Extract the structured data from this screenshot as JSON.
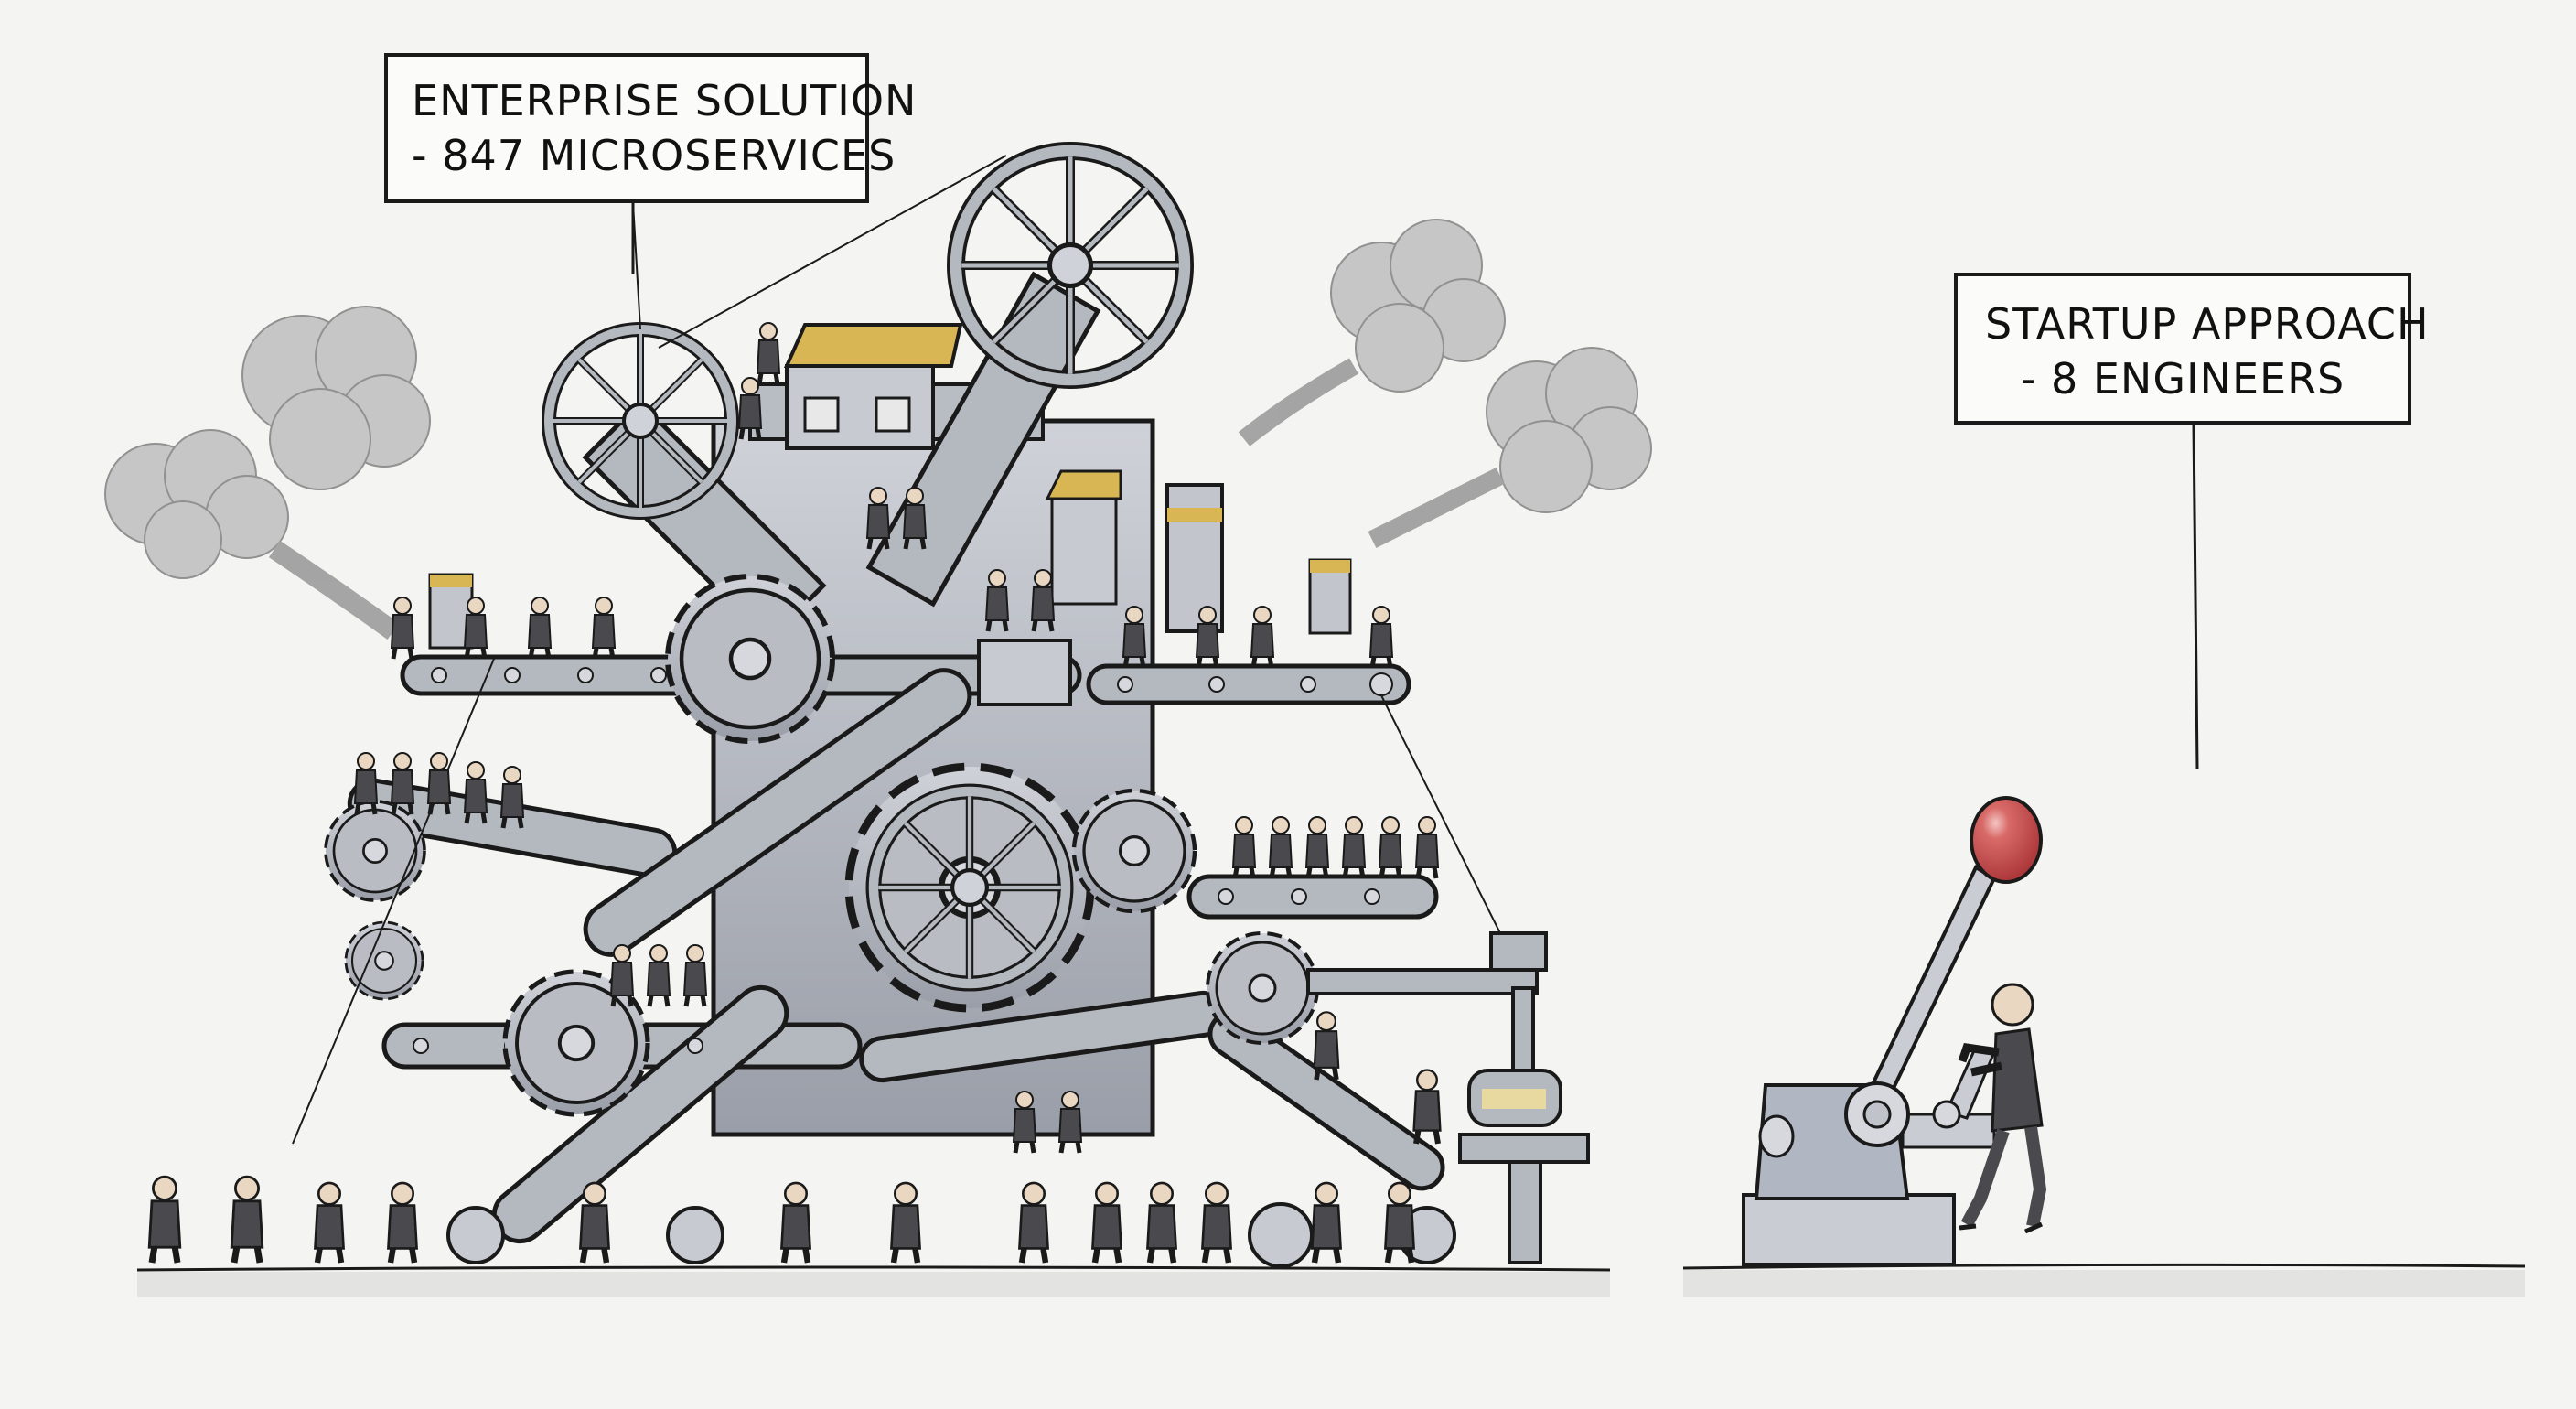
{
  "labels": {
    "enterprise": {
      "line1": "ENTERPRISE SOLUTION",
      "line2": "- 847 MICROSERVICES"
    },
    "startup": {
      "line1": "STARTUP APPROACH",
      "line2": "- 8 ENGINEERS"
    }
  },
  "colors": {
    "background": "#f4f4f2",
    "metal": "#a9adb5",
    "metal_light": "#c9ccd2",
    "outline": "#1a1a1a",
    "suit": "#4a4a4e",
    "smoke": "#b8b8b8",
    "brass": "#d8b654",
    "lever_knob": "#c9474a",
    "ground": "#d6d6d6"
  },
  "scene": {
    "left": "complex-machine",
    "right": "simple-lever"
  }
}
